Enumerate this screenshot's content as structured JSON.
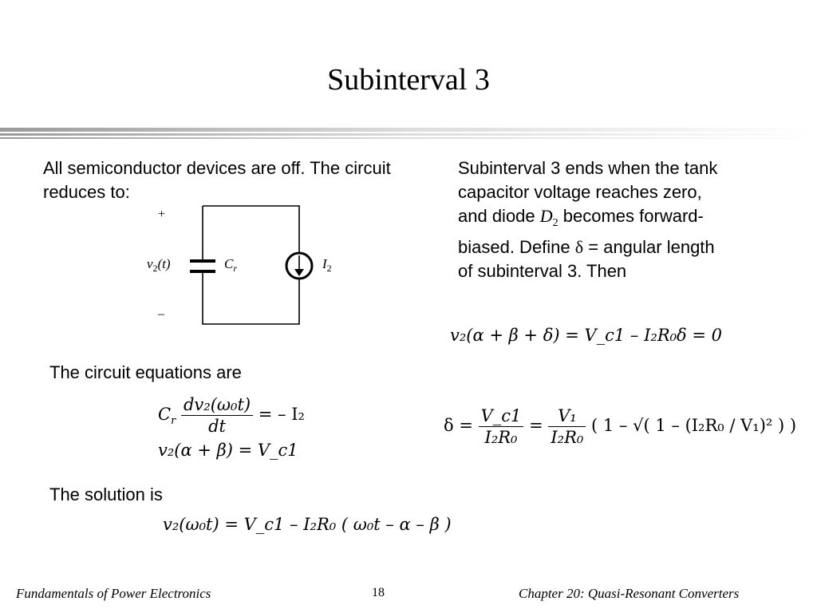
{
  "slide": {
    "title": "Subinterval 3",
    "left_intro": "All semiconductor devices are off. The circuit reduces to:",
    "right_text": {
      "part1": "Subinterval 3 ends when the tank capacitor voltage reaches zero, and diode ",
      "diode_label": "D",
      "diode_sub": "2",
      "part2": " becomes forward-biased. Define ",
      "delta": "δ",
      "part3": " = angular length of subinterval 3. Then"
    },
    "equations_heading": "The circuit equations are",
    "solution_heading": "The solution is",
    "circuit": {
      "plus": "+",
      "minus": "–",
      "voltage_label": "v",
      "voltage_sub": "2",
      "voltage_arg": "(t)",
      "cap_label": "C",
      "cap_sub": "r",
      "current_label": "I",
      "current_sub": "2"
    },
    "equations": {
      "eq_cr_lhs": "C",
      "eq_cr_sub": "r",
      "eq_deriv_num": "dv₂(ω₀t)",
      "eq_deriv_den": "dt",
      "eq_cr_rhs": "= – I₂",
      "eq_boundary": "v₂(α + β) = V_c1",
      "eq_solution": "v₂(ω₀t) = V_c1 – I₂R₀ ( ω₀t – α – β )",
      "eq_end": "v₂(α + β + δ) = V_c1 – I₂R₀δ = 0",
      "eq_delta_lhs": "δ =",
      "eq_delta_f1_num": "V_c1",
      "eq_delta_f1_den": "I₂R₀",
      "eq_delta_eq": "=",
      "eq_delta_f2_num": "V₁",
      "eq_delta_f2_den": "I₂R₀",
      "eq_delta_tail": "( 1 – √( 1 – (I₂R₀ / V₁)² ) )"
    },
    "footer": {
      "left": "Fundamentals of Power Electronics",
      "page_number": "18",
      "right": "Chapter 20:  Quasi-Resonant Converters"
    }
  }
}
